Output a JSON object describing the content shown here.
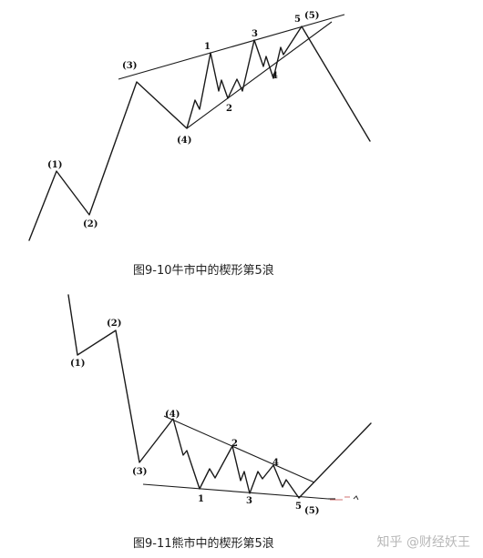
{
  "figures": [
    {
      "caption": "图9-10牛市中的楔形第5浪",
      "labels": [
        "(1)",
        "(2)",
        "(3)",
        "(4)",
        "1",
        "2",
        "3",
        "4",
        "5",
        "(5)"
      ]
    },
    {
      "caption": "图9-11熊市中的楔形第5浪",
      "labels": [
        "(1)",
        "(2)",
        "(3)",
        "(4)",
        "1",
        "2",
        "3",
        "4",
        "5",
        "(5)"
      ]
    }
  ],
  "watermark": "知乎 @财经妖王"
}
